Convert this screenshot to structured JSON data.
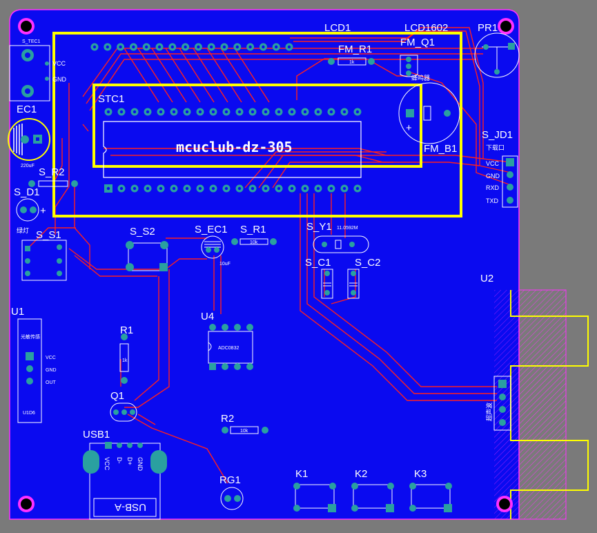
{
  "board": {
    "colors": {
      "board": "#0a0af0",
      "background": "#7a7a7a",
      "copper": "#ff2020",
      "silk": "#ffffff",
      "highlight": "#ffff00",
      "pad": "#2aa0a0",
      "outline": "#ff30ff"
    },
    "labels": {
      "s_tec1": "S_TEC1",
      "vcc_1": "VCC",
      "gnd_1": "GND",
      "lcd1": "LCD1",
      "lcd1602": "LCD1602",
      "pr1": "PR1",
      "fm_r1": "FM_R1",
      "fm_r1_val": "1k",
      "fm_q1": "FM_Q1",
      "buzzer_cn": "蜂鸣器",
      "ec1": "EC1",
      "ec1_val": "220uF",
      "stc1": "STC1",
      "chip_text": "mcuclub-dz-305",
      "fm_b1": "FM_B1",
      "s_jd1": "S_JD1",
      "download": "下载口",
      "jd_vcc": "VCC",
      "jd_gnd": "GND",
      "jd_rxd": "RXD",
      "jd_txd": "TXD",
      "s_r2": "S_R2",
      "s_d1": "S_D1",
      "led_cn": "绿灯",
      "s_s1": "S_S1",
      "s_s2": "S_S2",
      "s_ec1": "S_EC1",
      "s_ec1_val": "10uF",
      "s_r1": "S_R1",
      "s_r1_val": "10k",
      "s_y1": "S_Y1",
      "s_y1_val": "11.0592M",
      "s_c1": "S_C1",
      "s_c2": "S_C2",
      "u2": "U2",
      "ultrasonic_cn": "超声波",
      "u1": "U1",
      "u1_cn": "光敏传感",
      "u1_vcc": "VCC",
      "u1_gnd": "GND",
      "u1_out": "OUT",
      "u1_bottom": "U1D6",
      "u4": "U4",
      "u4_chip": "ADC0832",
      "r1": "R1",
      "r1_val": "1k",
      "q1": "Q1",
      "usb1": "USB1",
      "usb_vcc": "VCC",
      "usb_dm": "D-",
      "usb_dp": "D+",
      "usb_gnd": "GND",
      "usb_a": "USB-A",
      "r2": "R2",
      "r2_val": "10k",
      "rg1": "RG1",
      "k1": "K1",
      "k2": "K2",
      "k3": "K3",
      "plus_fm": "+",
      "plus_d1": "+"
    }
  }
}
